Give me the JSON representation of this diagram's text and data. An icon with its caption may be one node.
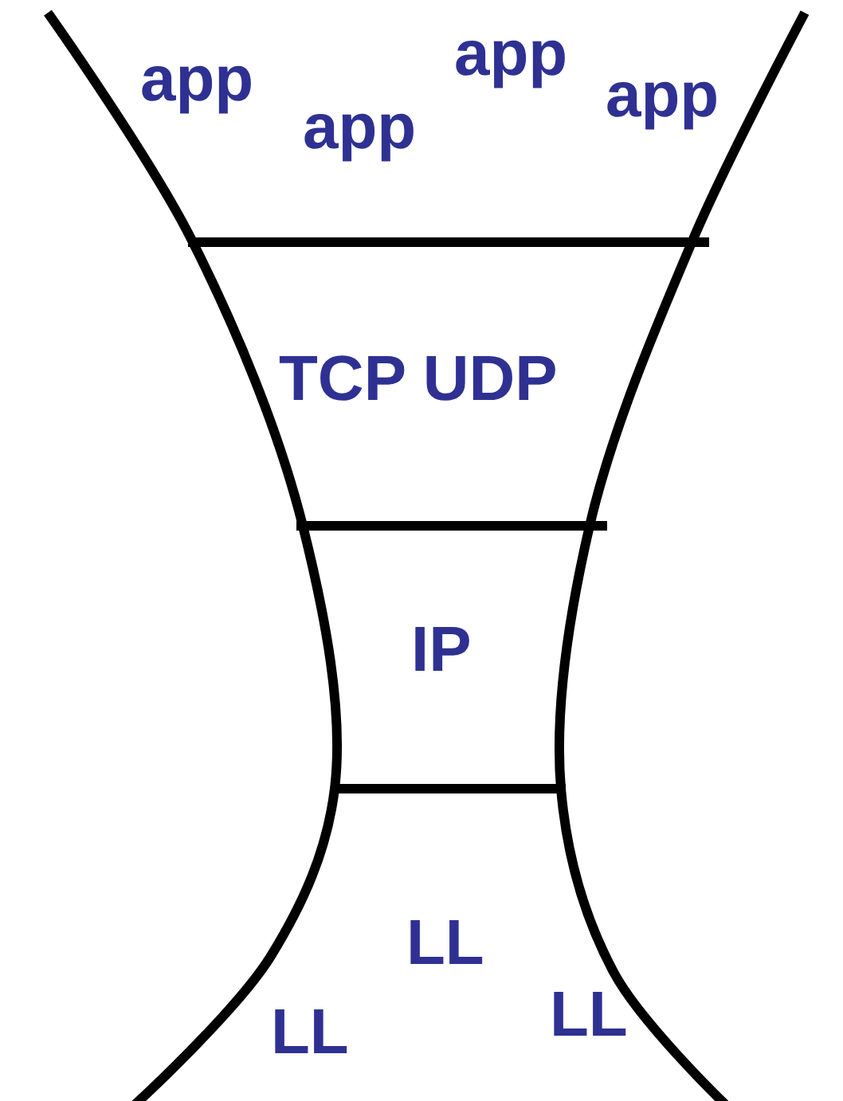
{
  "diagram": {
    "labels": [
      "app",
      "app",
      "app",
      "app",
      "TCP UDP",
      "IP",
      "LL",
      "LL",
      "LL"
    ]
  }
}
